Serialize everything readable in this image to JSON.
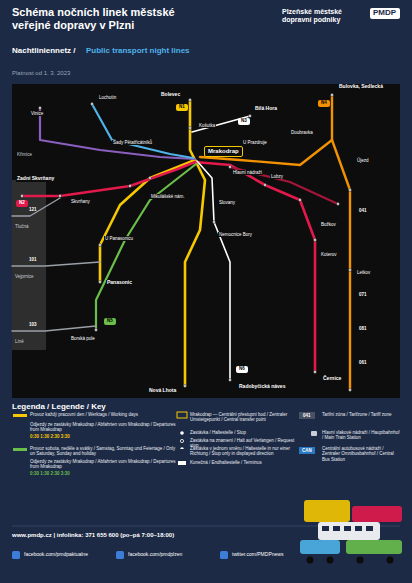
{
  "diagram": {
    "title": "Schéma nočních linek městské veřejné dopravy v Plzni",
    "nodes": [
      {
        "text": [
          "PMDP"
        ]
      },
      {
        "text": [
          "Mrakodrap"
        ]
      },
      {
        "text": [
          "N1"
        ]
      },
      {
        "text": [
          "N2"
        ]
      },
      {
        "text": [
          "N3"
        ]
      },
      {
        "text": [
          "N4"
        ]
      },
      {
        "text": [
          "N5"
        ]
      },
      {
        "text": [
          "N6"
        ]
      }
    ],
    "labels": [
      "Nachtliniennetz /",
      "Public transport night lines",
      "Platnost od 1. 3. 2023",
      "Plzeňské městské dopravní podniky",
      "Vinice",
      "Lochotín",
      "Bolevec",
      "Bílá Hora",
      "Bulovka, Sedlecká",
      "Košutka",
      "Sady Pětatřicátníků",
      "Zadní Skvrňany",
      "Křimice",
      "Skvrňany",
      "U Panasonicu",
      "Panasonic",
      "Borská pole",
      "Mikulášské nám.",
      "Nemocnice Bory",
      "Hlavní nádraží",
      "U Prazdroje",
      "Slovany",
      "Lobzy",
      "Doubravka",
      "Újezd",
      "Božkov",
      "Koterov",
      "Letkov",
      "Nová Lhota",
      "Radobyčická náves",
      "Černice",
      "Tlučná",
      "Vejprnice",
      "Líně",
      "121",
      "101",
      "103",
      "041",
      "071",
      "081",
      "061",
      "Legenda / Legende / Key",
      "0:30 1:30 2:30 3:30",
      "0:30 1:30 2:30 3:30",
      "041",
      "CAN",
      "www.pmdp.cz | infolinka: 371 655 600 (po–pá 7:00–18:00)",
      "facebook.com/pmdpaktualne",
      "facebook.com/pmdplzen",
      "twitter.com/PMDPnews"
    ],
    "legend": [
      {
        "text": "Provoz každý pracovní den / Werktags / Working days",
        "color": "#f5c800"
      },
      {
        "text": "Odjezdy ze zastávky Mrakodrap / Abfahrten vom Mrakodrap / Departures from Mrakodrap"
      },
      {
        "text": "Provoz sobota, neděle a svátky / Samstag, Sonntag und Feiertage / Only on Saturday, Sunday and holiday",
        "color": "#6abf4b"
      },
      {
        "text": "Odjezdy ze zastávky Mrakodrap / Abfahrten vom Mrakodrap / Departures from Mrakodrap"
      },
      {
        "text": "Mrakodrap — Centrální přestupní bod / Zentraler Umsteigepunkt / Central transfer point"
      },
      {
        "text": "Zastávka / Haltestelle / Stop"
      },
      {
        "text": "Zastávka na znamení / Halt auf Verlangen / Request stop"
      },
      {
        "text": "Zastávka v jednom směru / Haltestelle in nur einer Richtung / Stop only in displayed direction"
      },
      {
        "text": "Konečná / Endhaltestelle / Terminus"
      },
      {
        "text": "Tarifní zóna / Tarifzone / Tariff zone"
      },
      {
        "text": "Hlavní vlakové nádraží / Hauptbahnhof / Main Train Station"
      },
      {
        "text": "Centrální autobusové nádraží / Zentraler Omnibusbahnhof / Central Bus Station"
      }
    ]
  }
}
